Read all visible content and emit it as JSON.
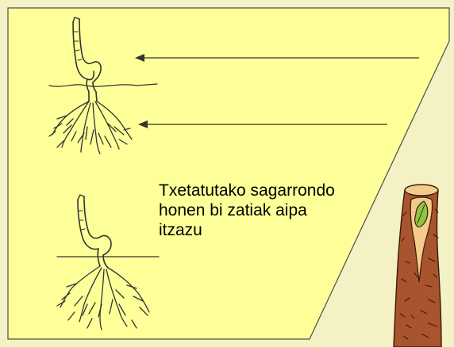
{
  "question": {
    "lines": [
      "Txetatutako sagarrondo",
      "honen bi zatiak aipa",
      "itzazu"
    ]
  },
  "colors": {
    "background": "#f4f2c4",
    "panel": "#ffff99",
    "panel_border": "#4d4d4d",
    "wood": "#a8542e",
    "cut": "#f3cc8c",
    "leaf": "#8cc640"
  },
  "icons": [
    "grafted-seedling-with-roots",
    "seedling-with-roots",
    "grafted-branch"
  ]
}
